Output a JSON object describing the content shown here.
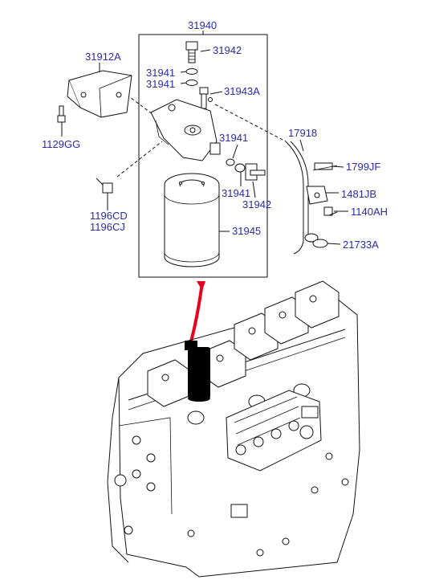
{
  "labels": {
    "l31940": "31940",
    "l31942_top": "31942",
    "l31912A": "31912A",
    "l31941_a": "31941",
    "l31941_b": "31941",
    "l31943A": "31943A",
    "l1129GG": "1129GG",
    "l31941_c": "31941",
    "l17918": "17918",
    "l1799JF": "1799JF",
    "l31941_d": "31941",
    "l1481JB": "1481JB",
    "l1196CD": "1196CD",
    "l1196CJ": "1196CJ",
    "l31942_bot": "31942",
    "l1140AH": "1140AH",
    "l31945": "31945",
    "l21733A": "21733A"
  },
  "colors": {
    "label_text": "#2a2aa8",
    "line_art": "#111111",
    "pointer_arrow": "#e8001c",
    "filter_highlight": "#000000"
  }
}
